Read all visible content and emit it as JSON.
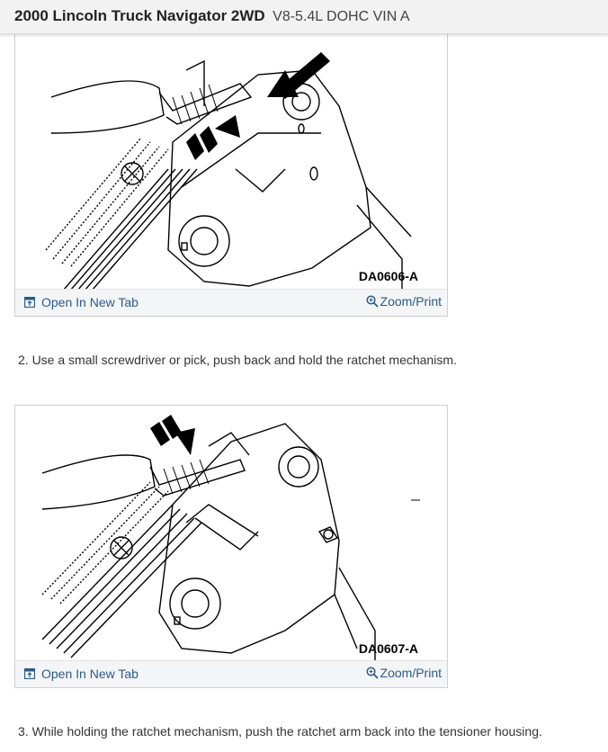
{
  "header": {
    "title_main": "2000 Lincoln Truck Navigator 2WD",
    "title_sub": "V8-5.4L DOHC VIN A"
  },
  "figures": [
    {
      "code": "DA0606-A",
      "open_label": "Open In New Tab",
      "zoom_label": "Zoom/Print",
      "open_icon": "open-in-new-tab-icon",
      "zoom_icon": "magnifier-icon"
    },
    {
      "code": "DA0607-A",
      "open_label": "Open In New Tab",
      "zoom_label": "Zoom/Print",
      "open_icon": "open-in-new-tab-icon",
      "zoom_icon": "magnifier-icon"
    }
  ],
  "steps": [
    "2. Use a small screwdriver or pick, push back and hold the ratchet mechanism.",
    "3. While holding the ratchet mechanism, push the ratchet arm back into the tensioner housing."
  ],
  "colors": {
    "link": "#2a5a8a",
    "header_bg": "#f2f2f2",
    "bar_bg": "#f4f5f7",
    "border": "#cfcfcf"
  }
}
